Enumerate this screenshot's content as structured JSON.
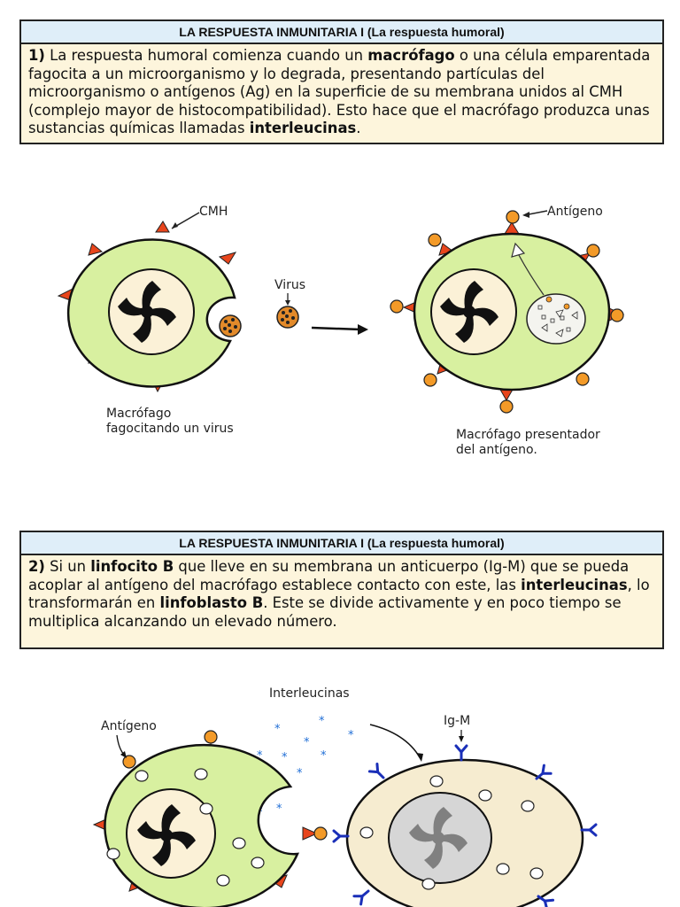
{
  "panel1": {
    "header": "LA RESPUESTA INMUNITARIA I (La respuesta humoral)",
    "number": "1)",
    "t1": " La respuesta humoral comienza cuando un ",
    "b1": "macrófago",
    "t2": " o una célula emparentada fagocita a un microorganismo y lo degrada, presentando partículas del microorganismo o antígenos (Ag) en la superficie de su membrana unidos al CMH (complejo mayor de histocompatibilidad). Esto hace que el macrófago produzca unas sustancias químicas llamadas ",
    "b2": "interleucinas",
    "t3": "."
  },
  "diagram1": {
    "cmh_label": "CMH",
    "virus_label": "Virus",
    "antigen_label": "Antígeno",
    "left_caption_1": "Macrófago",
    "left_caption_2": "fagocitando un virus",
    "right_caption_1": "Macrófago presentador",
    "right_caption_2": "del antígeno."
  },
  "panel2": {
    "header": "LA RESPUESTA INMUNITARIA I (La respuesta humoral)",
    "number": "2)",
    "t1": " Si un ",
    "b1": "linfocito B",
    "t2": " que lleve en su membrana un anticuerpo (Ig-M) que se pueda acoplar al antígeno del macrófago establece contacto con este, las ",
    "b2": "interleucinas",
    "t3": ", lo transformarán en ",
    "b3": "linfoblasto B",
    "t4": ". Este se divide activamente y en poco tiempo se multiplica alcanzando un elevado número."
  },
  "diagram2": {
    "antigen_label": "Antígeno",
    "interleukin_label": "Interleucinas",
    "igm_label": "Ig-M"
  },
  "colors": {
    "cytoplasm": "#d8f0a0",
    "cmh": "#e8451c",
    "antigen": "#f39a28",
    "virus": "#e38a2a",
    "interleukin": "#1f6ed6",
    "antibody": "#1a2fb8",
    "lymphocyte": "#f6ecd0",
    "header_bg": "#dfeef9",
    "text_bg": "#fdf5dc"
  }
}
